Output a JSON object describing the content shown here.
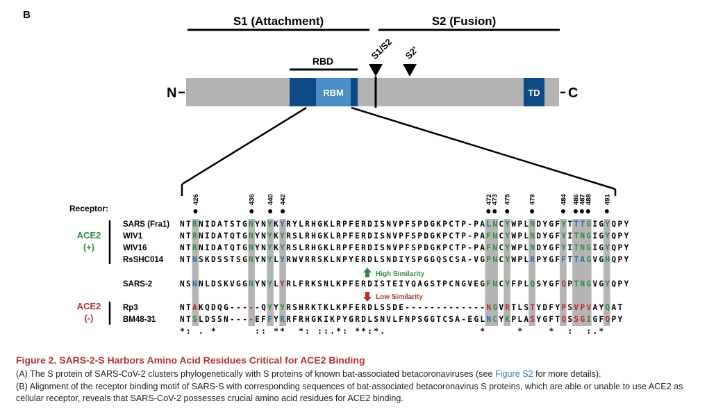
{
  "panel_label": "B",
  "domains": {
    "s1": "S1 (Attachment)",
    "s2": "S2 (Fusion)",
    "rbd": "RBD",
    "rbm": "RBM",
    "td": "TD",
    "n_term": "N",
    "c_term": "C",
    "cleavage_s1s2": "S1/S2",
    "cleavage_s2p": "S2'"
  },
  "colors": {
    "protein_bar": "#b3b3b3",
    "rbd_dark": "#0d4a86",
    "rbm_light": "#4a8cc6",
    "highlight": "#b5b5b5",
    "green": "#2e8b3e",
    "blue": "#2f63b6",
    "red": "#c1272d",
    "ace2_pos": "#2e8b3e",
    "ace2_neg": "#b5332d"
  },
  "receptor_label": "Receptor:",
  "groups": {
    "pos_label": "ACE2",
    "pos_sign": "(+)",
    "neg_label": "ACE2",
    "neg_sign": "(-)"
  },
  "positions": [
    "426",
    "436",
    "440",
    "442",
    "472",
    "473",
    "475",
    "479",
    "484",
    "486",
    "487",
    "488",
    "491"
  ],
  "position_columns": [
    2,
    11,
    14,
    16,
    49,
    50,
    52,
    56,
    61,
    63,
    64,
    65,
    68
  ],
  "highlight_columns": [
    2,
    11,
    14,
    16,
    49,
    50,
    52,
    56,
    61,
    63,
    64,
    65,
    68
  ],
  "sequences": [
    {
      "name": "SARS (Fra1)",
      "seq": "NTRNIDATSTGNYNYKYRYLRHGKLRPFERDISNVPFSPDGKPCTP-PALNCYWPLNDYGFYTTTGIGYQPY",
      "colors": {
        "2": "g",
        "11": "g",
        "14": "g",
        "16": "b",
        "49": "b",
        "50": "g",
        "52": "g",
        "56": "g",
        "61": "g",
        "63": "b",
        "64": "b",
        "65": "g",
        "68": "g"
      }
    },
    {
      "name": "WIV1",
      "seq": "NTRNIDATQTGNYNYKYRSLRHGKLRPFERDISNVPFSPDGKPCTP-PAFNCYWPLNDYGFYITNGIGYQPY",
      "colors": {
        "2": "g",
        "11": "g",
        "14": "g",
        "16": "g",
        "49": "g",
        "50": "g",
        "52": "g",
        "56": "g",
        "61": "g",
        "63": "g",
        "64": "g",
        "65": "g",
        "68": "g"
      }
    },
    {
      "name": "WIV16",
      "seq": "NTRNIDATQTGNYNYKYRSLRHGKLRPFERDISNVPFSPDGKPCTP-PAFNCYWPLNDYGFYITNGIGYQPY",
      "colors": {
        "2": "g",
        "11": "g",
        "14": "g",
        "16": "g",
        "49": "g",
        "50": "g",
        "52": "g",
        "56": "g",
        "61": "g",
        "63": "g",
        "64": "g",
        "65": "g",
        "68": "g"
      }
    },
    {
      "name": "RsSHC014",
      "seq": "NTNSKDSSTSGNYNYLYRWVRRSKLNPYERDLSNDIYSPGGQSCSA-VGPNCYWPLRPYGFFTTAGVGHQPY",
      "colors": {
        "2": "b",
        "11": "g",
        "14": "g",
        "16": "b",
        "49": "g",
        "50": "g",
        "52": "g",
        "56": "b",
        "61": "b",
        "63": "b",
        "64": "b",
        "65": "g",
        "68": "g"
      }
    },
    {
      "name": "SARS-2",
      "seq": "NSNNLDSKVGGNYNYLYRLFRKSNLKPFERDISTEIYQAGSTPCNGVEGFNCYFPLQSYGFQPTNGVGYQPY",
      "colors": {
        "2": "b",
        "11": "g",
        "14": "g",
        "16": "r",
        "49": "g",
        "50": "g",
        "52": "g",
        "56": "g",
        "61": "r",
        "63": "g",
        "64": "g",
        "65": "g",
        "68": "g"
      }
    },
    {
      "name": "Rp3",
      "seq": "NTAKQDQG-----QYYYRSHRKTKLKPFERDLSSDE-------------NGVRTLSTYDFYPSVPVAYQAT",
      "colors": {
        "2": "r",
        "11": "r",
        "14": "g",
        "16": "g",
        "49": "r",
        "50": "g",
        "52": "r",
        "56": "r",
        "61": "r",
        "63": "r",
        "64": "r",
        "65": "r",
        "68": "g"
      }
    },
    {
      "name": "BM48-31",
      "seq": "NTSLDSSN----EFFYRRFRHGKIKPYGRDLSNVLFNPSGGTCSA-EGLNCYKPLASYGFTQSSGIGFQPY",
      "colors": {
        "2": "g",
        "11": "r",
        "14": "b",
        "16": "b",
        "49": "b",
        "50": "g",
        "52": "g",
        "56": "r",
        "61": "r",
        "63": "r",
        "64": "r",
        "65": "g",
        "68": "r"
      }
    }
  ],
  "consensus": "*: . *      :: **  *: ::.*: **:*.               *     *    *  :  :.*",
  "high_similarity": "High Similarity",
  "low_similarity": "Low Similarity",
  "caption": {
    "title": "Figure 2. SARS-2-S Harbors Amino Acid Residues Critical for ACE2 Binding",
    "a_text_1": "(A) The S protein of SARS-CoV-2 clusters phylogenetically with S proteins of known bat-associated betacoronaviruses (see ",
    "a_link": "Figure S2",
    "a_text_2": " for more details).",
    "b_text": "(B) Alignment of the receptor binding motif of SARS-S with corresponding sequences of bat-associated betacoronavirus S proteins, which are able or unable to use ACE2 as cellular receptor, reveals that SARS-CoV-2 possesses crucial amino acid residues for ACE2 binding."
  }
}
